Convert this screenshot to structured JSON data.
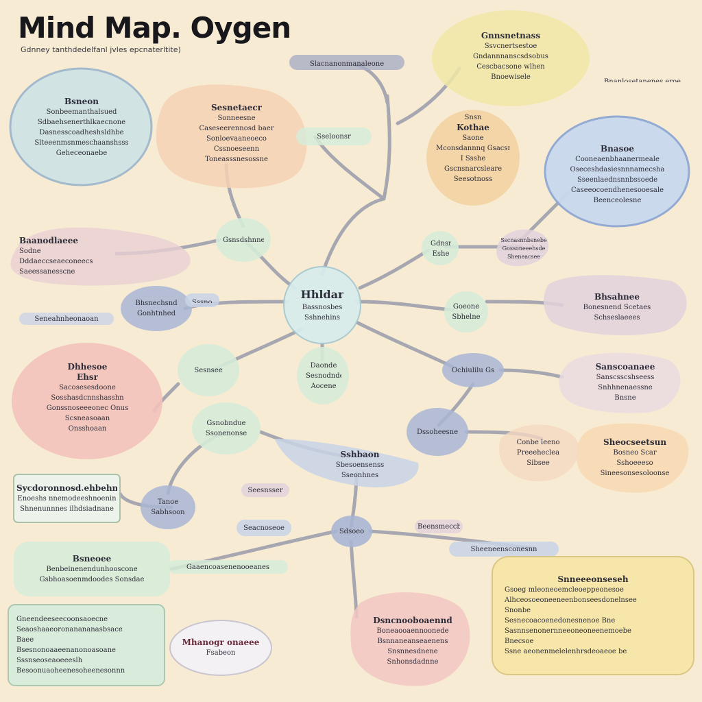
{
  "title": "Mind Map. Oygen",
  "subtitle": "Gdnney tanthdedelfanl jvles epcnaterltite)",
  "colors": {
    "background": "#f7ecd3",
    "link": "#8d90a6",
    "blue": "#c9d9ee",
    "green": "#d6ecd8",
    "peach": "#f6d2b4",
    "pink": "#f3c3bb",
    "yellow": "#f1e7a6",
    "lavender": "#e2d2dc",
    "steel": "#a9b6d3"
  },
  "nodes": [
    {
      "id": "center",
      "lines": [
        "Hhldar",
        "Bassnosbes",
        "Sshnehins"
      ]
    },
    {
      "id": "top-bar",
      "lines": [
        "Slacnanonmanaleone"
      ]
    },
    {
      "id": "top-right-cloud",
      "lines": [
        "Gnnsnetnass",
        "Ssvcnertsestoe",
        "Gndannnanscsdsobus",
        "Cescbacsone wlhen",
        "Bnoewisele"
      ]
    },
    {
      "id": "right-edge-label",
      "lines": [
        "Bnanlosetanenes eroe"
      ]
    },
    {
      "id": "top-left-bubble",
      "lines": [
        "Bsneon",
        "Sonbeemanthalsued",
        "Sdbaehsenerthlkaecnone",
        "Dasnesscoadheshsldhbe",
        "Slteeenmsnmeschaanshsss",
        "Geheceonaebe"
      ]
    },
    {
      "id": "top-mid-orange",
      "lines": [
        "Sesnetaecr",
        "Sonneesne",
        "Caseseerennosd baer",
        "Sonloevaaneoeco",
        "Cssnoeseenn",
        "Toneasssnesossne"
      ]
    },
    {
      "id": "top-mid-green",
      "lines": [
        "Sseloonsr"
      ]
    },
    {
      "id": "right-tan-oval",
      "lines": [
        "Snsn",
        "Kothae",
        "Saone",
        "Mconsdannnq Gsacsne",
        "I   Ssshe",
        "Gscnsnarcsleare",
        "Seesotnoss"
      ]
    },
    {
      "id": "right-blue-bubble",
      "lines": [
        "Bnasoe",
        "Cooneaenbhaanermeale",
        "Oseceshdasiesnnnamecsha",
        "Sseenlaednsnnbssoede",
        "Caseeocoendhenesooesale",
        "Beenceolesne"
      ]
    },
    {
      "id": "green-a",
      "lines": [
        "Gsnsdshnne"
      ]
    },
    {
      "id": "green-b",
      "lines": [
        "Goeone",
        "Sbhelne"
      ]
    },
    {
      "id": "blue-left-1",
      "lines": [
        "Bhsnechsnd",
        "Gonhtnhed"
      ]
    },
    {
      "id": "blue-left-2",
      "lines": [
        "Sssnohn"
      ]
    },
    {
      "id": "left-lavender",
      "lines": [
        "Baanodlaeee",
        "Sodne",
        "Dddaeccseaeconeecs",
        "Saeessanesscne"
      ]
    },
    {
      "id": "left-label-1",
      "lines": [
        "Seneahnheonaoan"
      ]
    },
    {
      "id": "green-c",
      "lines": [
        "Sesnsee"
      ]
    },
    {
      "id": "green-d",
      "lines": [
        "Daonde",
        "Sesnodnde",
        "Aocene"
      ]
    },
    {
      "id": "green-e",
      "lines": [
        "Gsnobndue",
        "Ssonenonse"
      ]
    },
    {
      "id": "green-f",
      "lines": [
        "Gdnsnaae",
        "Eshe"
      ]
    },
    {
      "id": "right-lavender-1",
      "lines": [
        "Bhsahnee",
        "Bonesnend Scetaes",
        "Schseslaeees"
      ]
    },
    {
      "id": "right-lavender-2",
      "lines": [
        "Sscnasnnbsnebe",
        "Gossoneeehsde",
        "Sheneacsee"
      ]
    },
    {
      "id": "right-lavender-3",
      "lines": [
        "Sanscoanaee",
        "Sanscsscshseess",
        "Snhhnenaessne",
        "Bnsne"
      ]
    },
    {
      "id": "blue-right-1",
      "lines": [
        "Ochiulilu Gs"
      ]
    },
    {
      "id": "blue-right-2",
      "lines": [
        "Dssoheesne"
      ]
    },
    {
      "id": "pink-left",
      "lines": [
        "Dhhesoe",
        "Ehsr",
        "Sacosesesdoone",
        "Sosshasdcnnshasshn",
        "Gonssnoseeeonec   Onus",
        "Scsneasoaan",
        "Onsshoaan"
      ]
    },
    {
      "id": "right-peach-cloud",
      "lines": [
        "Sheocseetsun",
        "Bosneo Scar",
        "Sshoeeeso",
        "Sineesonsesoloonse"
      ]
    },
    {
      "id": "right-peach-left",
      "lines": [
        "Conbe leeno",
        "Preeeheclea",
        "Sibsee"
      ]
    },
    {
      "id": "mid-blue-strip",
      "lines": [
        "Sshbaon",
        "Sbesoensenss",
        "Sseonhnes"
      ]
    },
    {
      "id": "left-note",
      "lines": [
        "Sycdoronnosd.ehbehnen",
        "Enoeshs nnemodeeshnoenin",
        "Shnenunnnes ilhdsiadnane"
      ]
    },
    {
      "id": "blue-left-3",
      "lines": [
        "Tanoe",
        "Sabhsoon"
      ]
    },
    {
      "id": "mid-lavender-1",
      "lines": [
        "Seesnsser"
      ]
    },
    {
      "id": "mid-lavender-2",
      "lines": [
        "Seacnoseoe"
      ]
    },
    {
      "id": "blue-bottom-mid",
      "lines": [
        "Sdsoeo"
      ]
    },
    {
      "id": "right-label-1",
      "lines": [
        "Beensmeccbe"
      ]
    },
    {
      "id": "right-label-2",
      "lines": [
        "Sheeneensconesnn"
      ]
    },
    {
      "id": "bottom-left-green",
      "lines": [
        "Bsneoee",
        "Benbeinenendunhooscone",
        "Gsbhoasoenmdoodes Sonsdae"
      ]
    },
    {
      "id": "bottom-left-label",
      "lines": [
        "Gaaencoasenenooeanes"
      ]
    },
    {
      "id": "bottom-left-box",
      "lines": [
        "Gneendeeseecoonsaoecne",
        "Seaoshaaeoronanananasbsace",
        "Baee",
        "Bsesnonoaaeenanonoasoane",
        "Sssnseoseaoeeeslh",
        "Besoonuaoheenesoheenesonnn"
      ]
    },
    {
      "id": "bottom-white-oval",
      "lines": [
        "Mhanogr onaeee",
        "Fsabeon"
      ]
    },
    {
      "id": "bottom-pink",
      "lines": [
        "Dsncnooboaennd",
        "Boneaooaennoonede",
        "Bsnnaneanseaenens",
        "Snsnnesdnene",
        "Snhonsdadnne"
      ]
    },
    {
      "id": "bottom-right-yellow",
      "lines": [
        "Snneeeonseseh",
        "Gsoeg mleoneoemcleoeppeonesoe",
        "Alhceosoeoneeneenbonseesdonelnsee",
        "Snonbe",
        "Sesnecoacoenedonesnenoe Bne",
        "Sasnnsenonernneeoneoneenemoebe",
        "Bnecsoe",
        "Ssne aeonenmelelenhrsdeoaeoe be"
      ]
    }
  ]
}
